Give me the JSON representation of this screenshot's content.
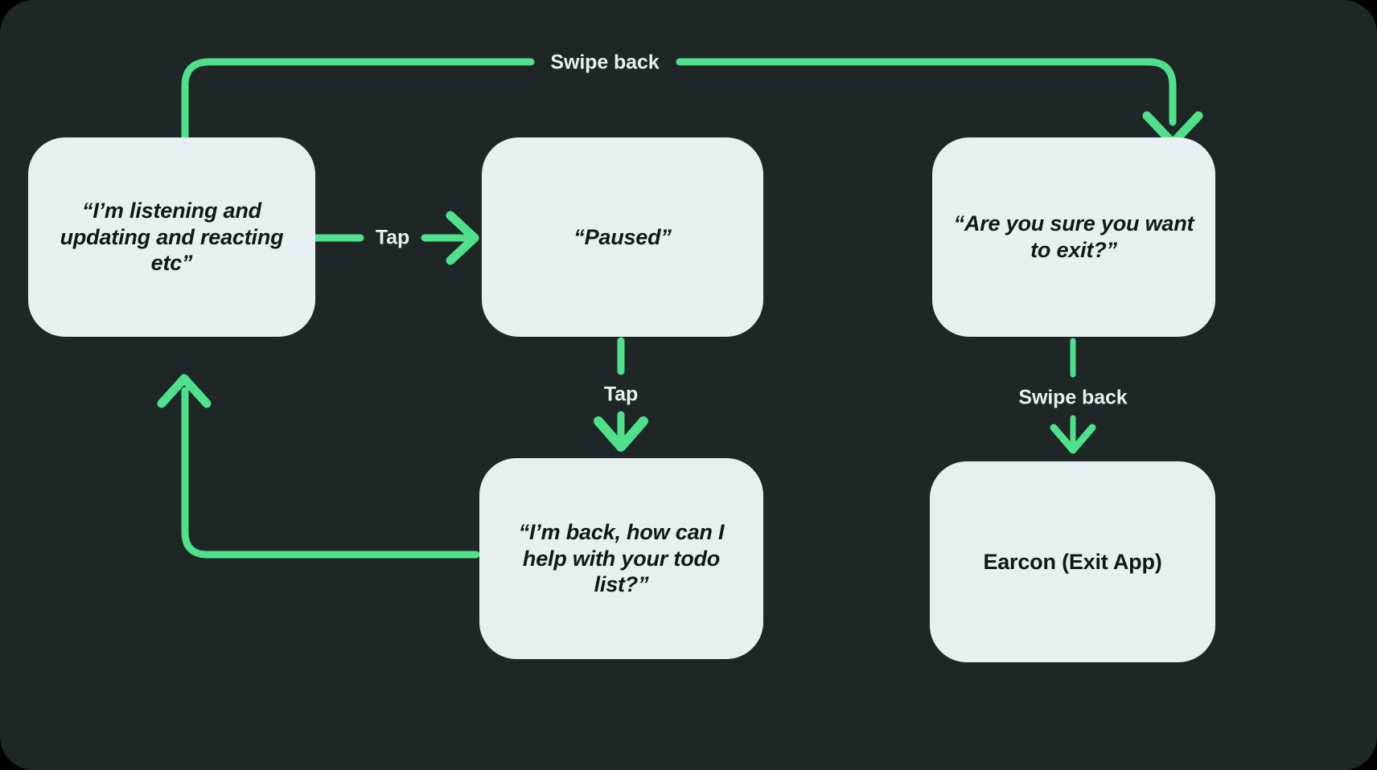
{
  "canvas": {
    "background_color": "#1e2726",
    "page_background_color": "#000000",
    "node_fill_color": "#e8eff0",
    "node_text_color": "#12181a",
    "edge_color": "#4fe08b",
    "edge_label_color": "#e8eff0"
  },
  "chart_data": {
    "type": "diagram",
    "title": "",
    "nodes": [
      {
        "id": "listening",
        "label": "“I’m listening and updating and reacting etc”",
        "style": "italic"
      },
      {
        "id": "paused",
        "label": "“Paused”",
        "style": "italic"
      },
      {
        "id": "are-you-sure",
        "label": "“Are you sure you want to exit?”",
        "style": "italic"
      },
      {
        "id": "im-back",
        "label": "“I’m back, how can I help with your todo list?”",
        "style": "italic"
      },
      {
        "id": "earcon",
        "label": "Earcon (Exit App)",
        "style": "upright"
      }
    ],
    "edges": [
      {
        "from": "listening",
        "to": "are-you-sure",
        "label": "Swipe back"
      },
      {
        "from": "listening",
        "to": "paused",
        "label": "Tap"
      },
      {
        "from": "paused",
        "to": "im-back",
        "label": "Tap"
      },
      {
        "from": "im-back",
        "to": "listening",
        "label": ""
      },
      {
        "from": "are-you-sure",
        "to": "earcon",
        "label": "Swipe back"
      }
    ]
  },
  "nodes": {
    "listening": {
      "label": "“I’m listening and updating and reacting etc”"
    },
    "paused": {
      "label": "“Paused”"
    },
    "are_you_sure": {
      "label": "“Are you sure you want to exit?”"
    },
    "im_back": {
      "label": "“I’m back, how can I help with your todo list?”"
    },
    "earcon": {
      "label": "Earcon (Exit App)"
    }
  },
  "edge_labels": {
    "swipe_back_top": "Swipe back",
    "tap_horizontal": "Tap",
    "tap_vertical": "Tap",
    "swipe_back_right": "Swipe back"
  }
}
